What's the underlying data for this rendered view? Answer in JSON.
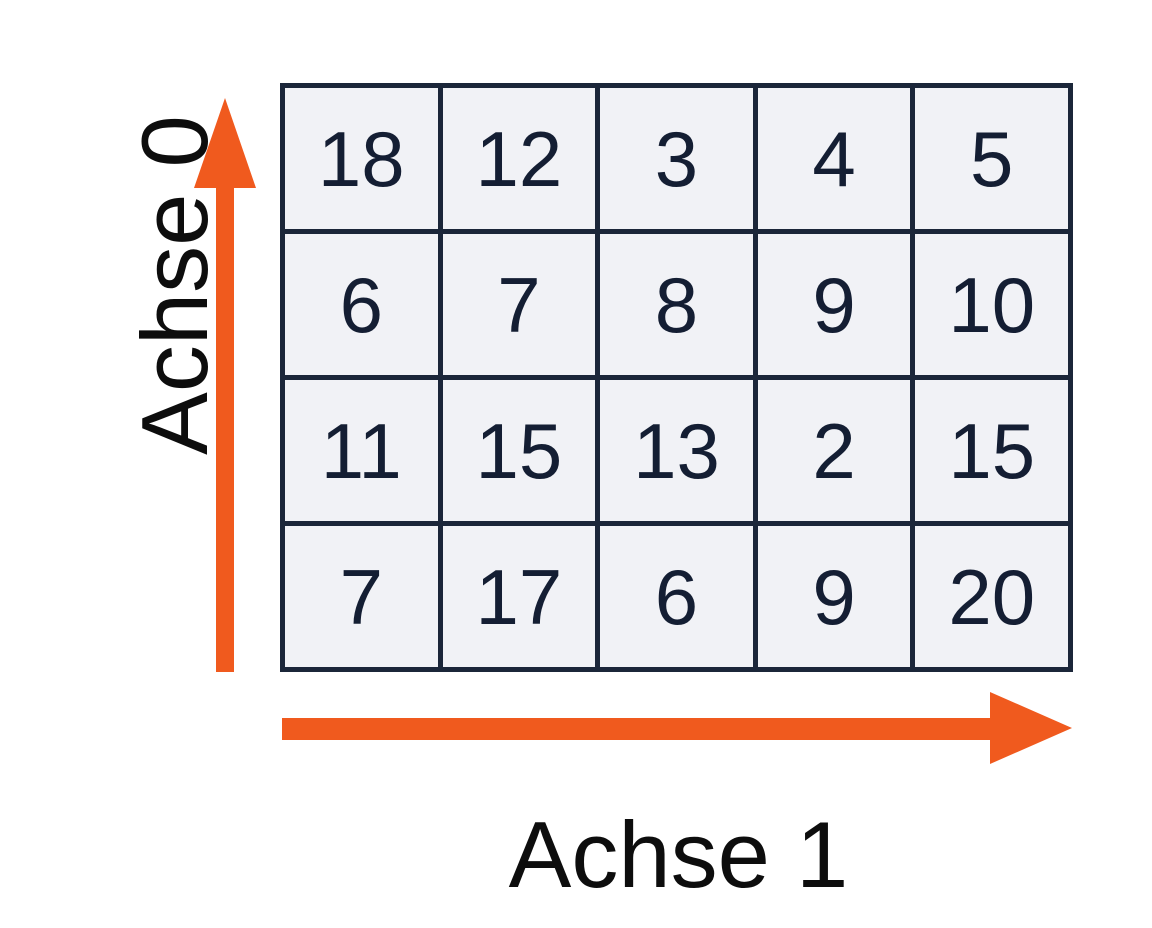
{
  "background_color": "#ffffff",
  "accent_color": "#f05a1e",
  "grid_border_color": "#1b2639",
  "cell_fill_color": "#f1f2f6",
  "cell_text_color": "#141e33",
  "label_text_color": "#0d0d0d",
  "axes": {
    "vertical": {
      "label": "Achse 0",
      "icon": "arrow-up-icon",
      "direction": "up"
    },
    "horizontal": {
      "label": "Achse 1",
      "icon": "arrow-right-icon",
      "direction": "right"
    }
  },
  "chart_data": {
    "type": "table",
    "title": "",
    "xlabel": "Achse 1",
    "ylabel": "Achse 0",
    "rows": 4,
    "cols": 5,
    "grid": [
      [
        18,
        12,
        3,
        4,
        5
      ],
      [
        6,
        7,
        8,
        9,
        10
      ],
      [
        11,
        15,
        13,
        2,
        15
      ],
      [
        7,
        17,
        6,
        9,
        20
      ]
    ],
    "cells": [
      {
        "row": 0,
        "col": 0,
        "value": "18"
      },
      {
        "row": 0,
        "col": 1,
        "value": "12"
      },
      {
        "row": 0,
        "col": 2,
        "value": "3"
      },
      {
        "row": 0,
        "col": 3,
        "value": "4"
      },
      {
        "row": 0,
        "col": 4,
        "value": "5"
      },
      {
        "row": 1,
        "col": 0,
        "value": "6"
      },
      {
        "row": 1,
        "col": 1,
        "value": "7"
      },
      {
        "row": 1,
        "col": 2,
        "value": "8"
      },
      {
        "row": 1,
        "col": 3,
        "value": "9"
      },
      {
        "row": 1,
        "col": 4,
        "value": "10"
      },
      {
        "row": 2,
        "col": 0,
        "value": "11"
      },
      {
        "row": 2,
        "col": 1,
        "value": "15"
      },
      {
        "row": 2,
        "col": 2,
        "value": "13"
      },
      {
        "row": 2,
        "col": 3,
        "value": "2"
      },
      {
        "row": 2,
        "col": 4,
        "value": "15"
      },
      {
        "row": 3,
        "col": 0,
        "value": "7"
      },
      {
        "row": 3,
        "col": 1,
        "value": "17"
      },
      {
        "row": 3,
        "col": 2,
        "value": "6"
      },
      {
        "row": 3,
        "col": 3,
        "value": "9"
      },
      {
        "row": 3,
        "col": 4,
        "value": "20"
      }
    ]
  }
}
